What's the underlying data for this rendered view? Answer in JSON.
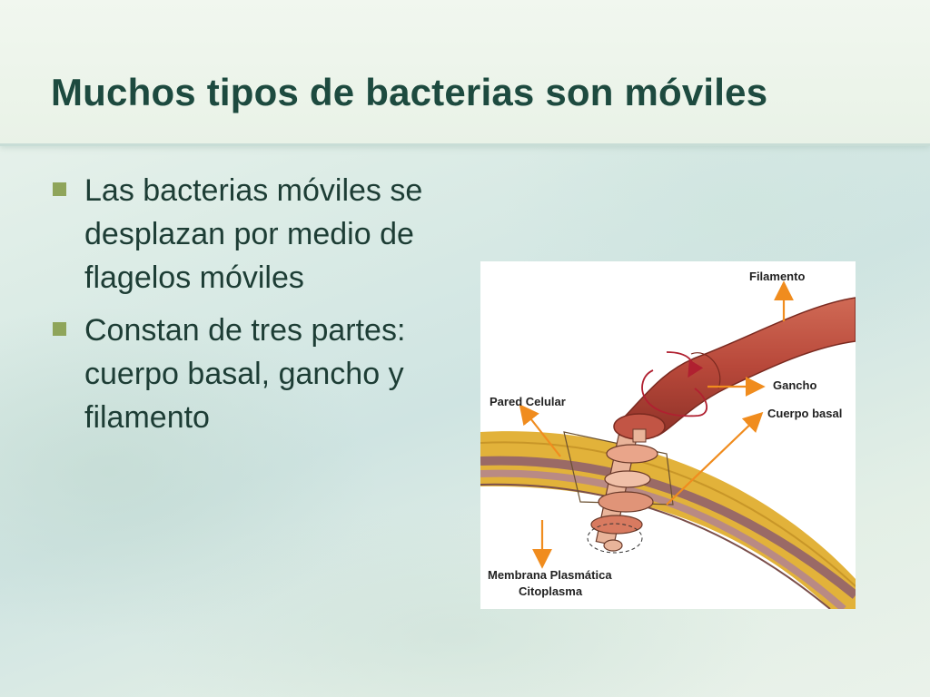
{
  "slide": {
    "title": "Muchos tipos de bacterias son móviles",
    "bullets": [
      "Las bacterias móviles se desplazan por medio de flagelos móviles",
      "Constan de tres partes: cuerpo basal, gancho y filamento"
    ]
  },
  "diagram": {
    "labels": {
      "filamento": "Filamento",
      "gancho": "Gancho",
      "cuerpo_basal": "Cuerpo basal",
      "pared_celular": "Pared Celular",
      "membrana_plasmatica": "Membrana Plasmática",
      "citoplasma": "Citoplasma"
    },
    "colors": {
      "title_text": "#1d4a3f",
      "bullet_marker": "#8fa55a",
      "arrow": "#f08c1e",
      "filament": "#b8483a",
      "cell_wall": "#e2b23a",
      "membrane": "#9a6a66"
    }
  }
}
